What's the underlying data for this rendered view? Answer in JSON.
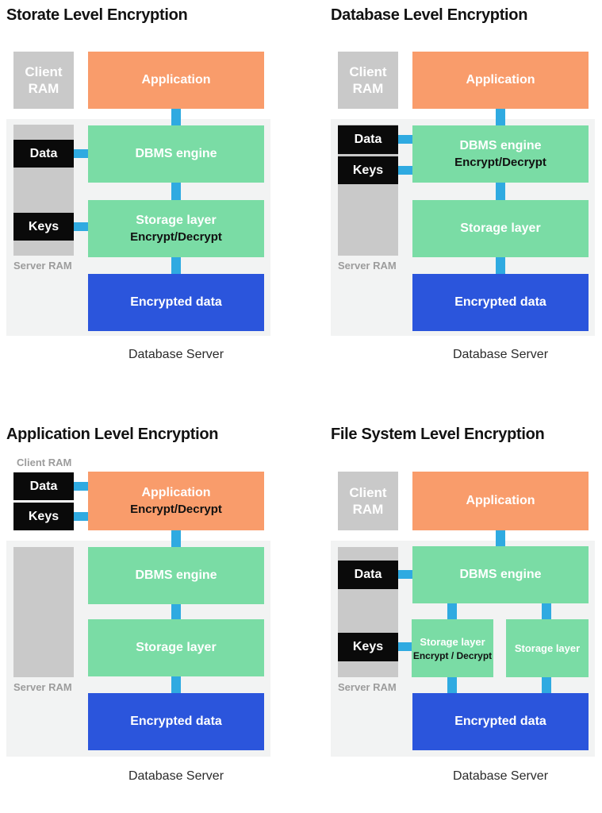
{
  "colors": {
    "orange": "#F99C6B",
    "green": "#7ADCA5",
    "blue": "#2B55DC",
    "connector_cyan": "#2FAAE1",
    "ram_gray": "#C9C9C9",
    "server_background": "#F2F3F3",
    "chip_black": "#0A0A0A"
  },
  "diagrams": [
    {
      "title": "Storate Level Encryption",
      "client_ram": "Client\nRAM",
      "application": "Application",
      "data": "Data",
      "keys": "Keys",
      "dbms": "DBMS engine",
      "storage": "Storage layer",
      "storage_sub": "Encrypt/Decrypt",
      "server_ram": "Server RAM",
      "encrypted": "Encrypted data",
      "caption": "Database Server"
    },
    {
      "title": "Database Level Encryption",
      "client_ram": "Client\nRAM",
      "application": "Application",
      "data": "Data",
      "keys": "Keys",
      "dbms": "DBMS engine",
      "dbms_sub": "Encrypt/Decrypt",
      "storage": "Storage layer",
      "server_ram": "Server RAM",
      "encrypted": "Encrypted data",
      "caption": "Database Server"
    },
    {
      "title": "Application Level Encryption",
      "client_ram_label": "Client RAM",
      "data": "Data",
      "keys": "Keys",
      "application": "Application",
      "application_sub": "Encrypt/Decrypt",
      "dbms": "DBMS engine",
      "storage": "Storage layer",
      "server_ram": "Server RAM",
      "encrypted": "Encrypted data",
      "caption": "Database Server"
    },
    {
      "title": "File System Level Encryption",
      "client_ram": "Client\nRAM",
      "application": "Application",
      "data": "Data",
      "keys": "Keys",
      "dbms": "DBMS engine",
      "storage_left": "Storage layer",
      "storage_left_sub": "Encrypt / Decrypt",
      "storage_right": "Storage layer",
      "server_ram": "Server RAM",
      "encrypted": "Encrypted data",
      "caption": "Database Server"
    }
  ]
}
